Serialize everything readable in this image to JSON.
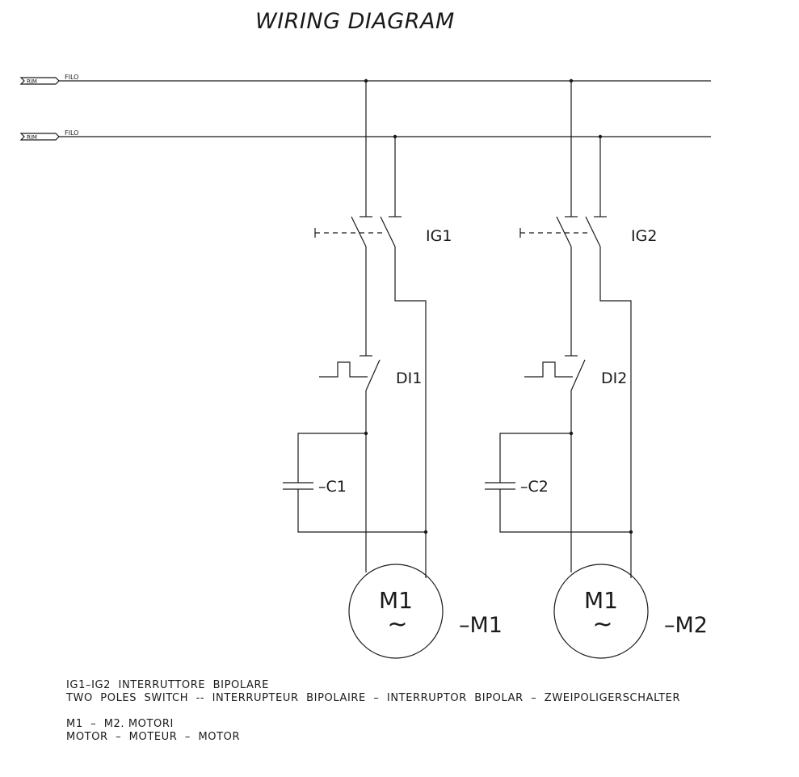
{
  "title": "WIRING DIAGRAM",
  "lines": [
    {
      "connector": "RIM",
      "label": "FILO"
    },
    {
      "connector": "RIM",
      "label": "FILO"
    }
  ],
  "circuits": [
    {
      "switch": "IG1",
      "device": "DI1",
      "capacitor": "–C1",
      "motor_symbol": "M1",
      "motor_ref": "–M1"
    },
    {
      "switch": "IG2",
      "device": "DI2",
      "capacitor": "–C2",
      "motor_symbol": "M1",
      "motor_ref": "–M2"
    }
  ],
  "motor_tilde": "~",
  "legend": {
    "line1": "IG1–IG2  INTERRUTTORE  BIPOLARE",
    "line2": "TWO  POLES  SWITCH  --  INTERRUPTEUR  BIPOLAIRE  –  INTERRUPTOR  BIPOLAR  –  ZWEIPOLIGERSCHALTER",
    "line3": "M1  –  M2. MOTORI",
    "line4": "MOTOR  –  MOTEUR  –  MOTOR"
  }
}
